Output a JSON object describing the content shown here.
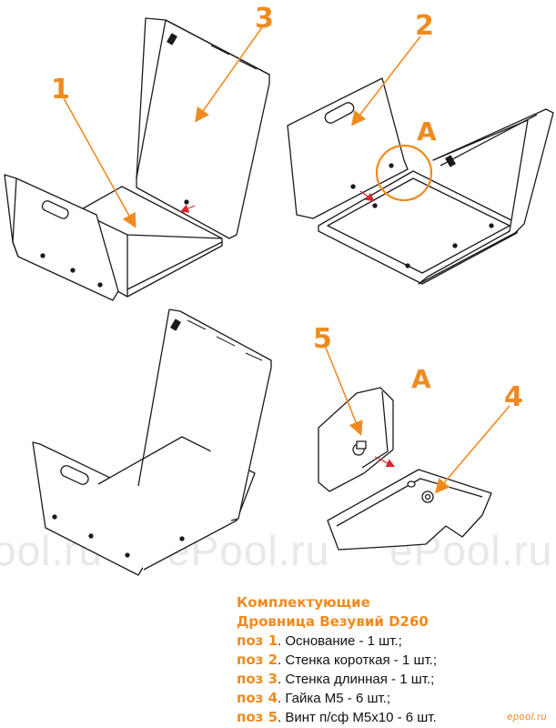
{
  "callouts": {
    "n1": "1",
    "n2": "2",
    "n3": "3",
    "n4": "4",
    "n5": "5",
    "a_main": "A",
    "a_detail": "A"
  },
  "watermark": {
    "left": "ool.ru",
    "mid": "ePool.ru",
    "right": "ePool.ru"
  },
  "legend": {
    "title_line1": "Комплектующие",
    "title_line2": "Дровница Везувий D260",
    "items": [
      {
        "pos": "поз 1",
        "text": ". Основание - 1 шт.;"
      },
      {
        "pos": "поз 2",
        "text": ". Стенка короткая - 1 шт.;"
      },
      {
        "pos": "поз 3",
        "text": ". Стенка длинная - 1 шт.;"
      },
      {
        "pos": "поз 4",
        "text": ". Гайка М5 - 6 шт.;"
      },
      {
        "pos": "поз 5",
        "text": ". Винт п/сф М5х10 - 6 шт."
      }
    ]
  },
  "brand": "epool.ru",
  "colors": {
    "accent": "#f08a1f",
    "arrow_red": "#d9262b",
    "line": "#1a1a1a"
  }
}
